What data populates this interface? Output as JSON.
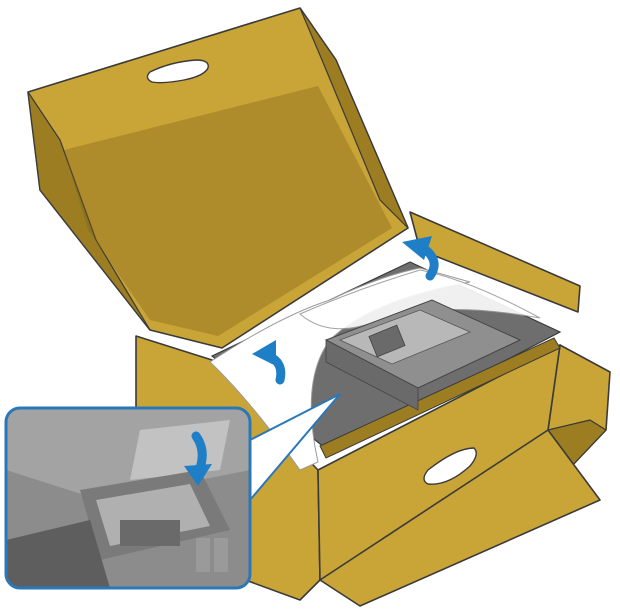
{
  "figure": {
    "colors": {
      "cardboard": "#c9a437",
      "cardboard_dark": "#9c7d21",
      "cardboard_shadow": "#7a6118",
      "outline": "#3a3a3a",
      "sheet": "#ffffff",
      "foam": "#6e6e6e",
      "monitor": "#8f8f8f",
      "monitor_light": "#b8b8b8",
      "arrow": "#1e7fc6",
      "callout_frame": "#2a78b8"
    },
    "elements": [
      {
        "name": "box-lid-open",
        "label": ""
      },
      {
        "name": "box-base",
        "label": ""
      },
      {
        "name": "protective-sheet",
        "label": ""
      },
      {
        "name": "monitor-stand-mount",
        "label": ""
      },
      {
        "name": "lift-arrow-up",
        "label": ""
      },
      {
        "name": "lift-arrow-left",
        "label": ""
      },
      {
        "name": "detail-callout",
        "label": ""
      },
      {
        "name": "press-arrow-down",
        "label": ""
      }
    ]
  }
}
